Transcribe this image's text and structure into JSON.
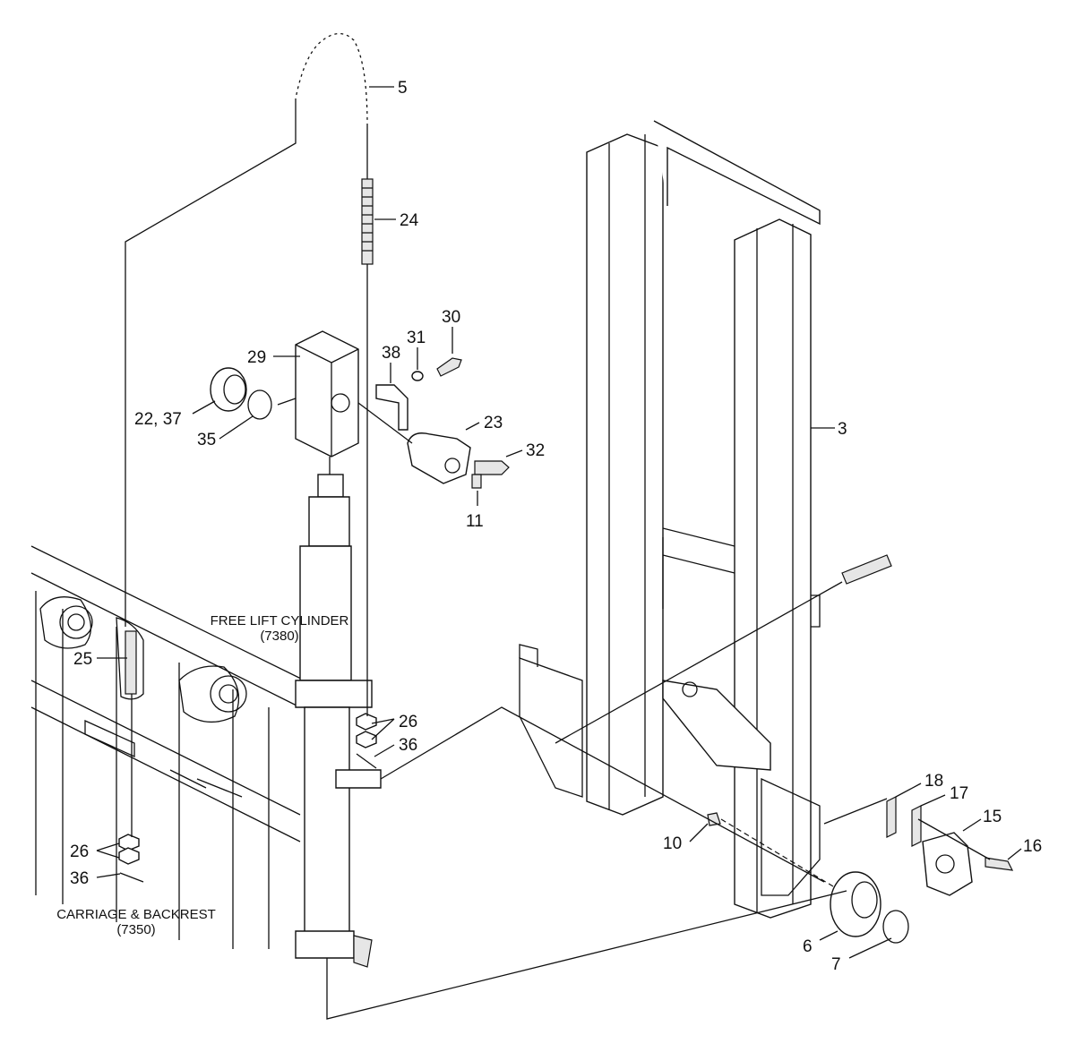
{
  "callouts": {
    "c5": "5",
    "c24": "24",
    "c30": "30",
    "c31": "31",
    "c38": "38",
    "c29": "29",
    "c22_37": "22, 37",
    "c35": "35",
    "c23": "23",
    "c32": "32",
    "c11": "11",
    "c3": "3",
    "c25": "25",
    "c26a": "26",
    "c36a": "36",
    "c26b": "26",
    "c36b": "36",
    "c18": "18",
    "c17": "17",
    "c15": "15",
    "c16": "16",
    "c10": "10",
    "c6": "6",
    "c7": "7"
  },
  "assemblies": {
    "free_lift_cylinder": {
      "name": "FREE LIFT CYLINDER",
      "code": "(7380)"
    },
    "carriage_backrest": {
      "name": "CARRIAGE & BACKREST",
      "code": "(7350)"
    }
  }
}
